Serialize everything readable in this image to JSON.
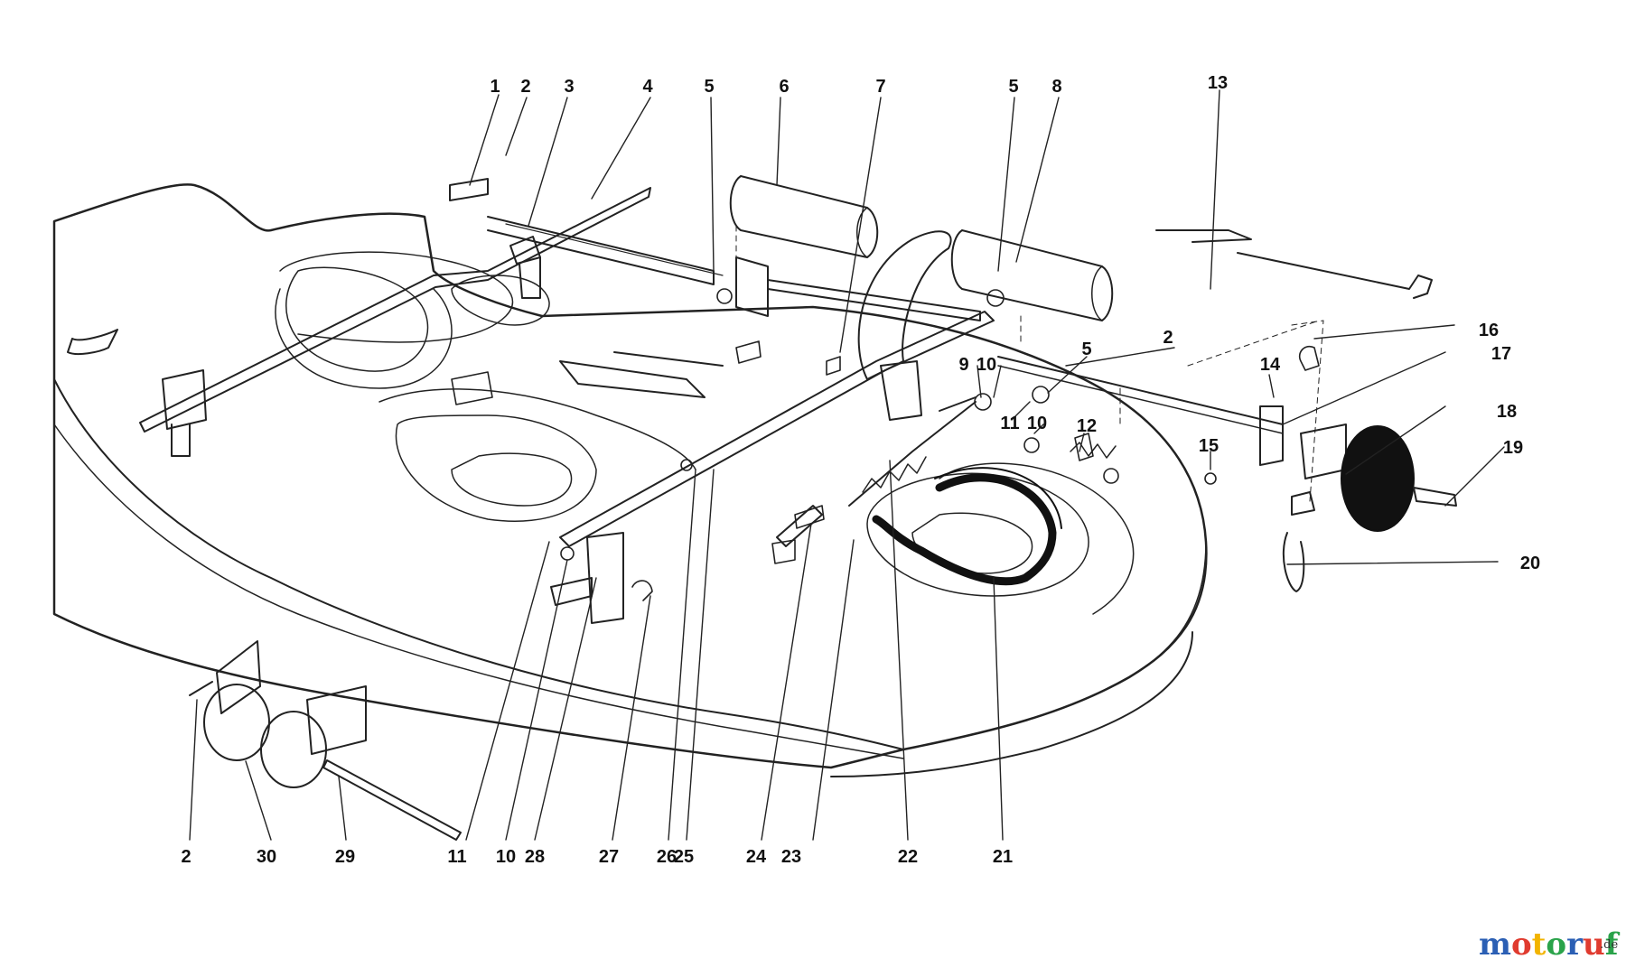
{
  "diagram": {
    "callouts": [
      "1",
      "2",
      "3",
      "4",
      "5",
      "6",
      "7",
      "5",
      "8",
      "13",
      "16",
      "17",
      "14",
      "18",
      "19",
      "2",
      "5",
      "9",
      "10",
      "11",
      "10",
      "12",
      "15",
      "20",
      "2",
      "30",
      "29",
      "11",
      "10",
      "28",
      "27",
      "26",
      "25",
      "24",
      "23",
      "22",
      "21"
    ]
  },
  "watermark": {
    "letters": [
      "m",
      "o",
      "t",
      "o",
      "r",
      "u",
      "f"
    ],
    "letter_colors": [
      "#2b5fb4",
      "#e03b2f",
      "#f2b400",
      "#2aa34a",
      "#2b5fb4",
      "#e03b2f",
      "#2aa34a"
    ],
    "suffix": ".de"
  }
}
